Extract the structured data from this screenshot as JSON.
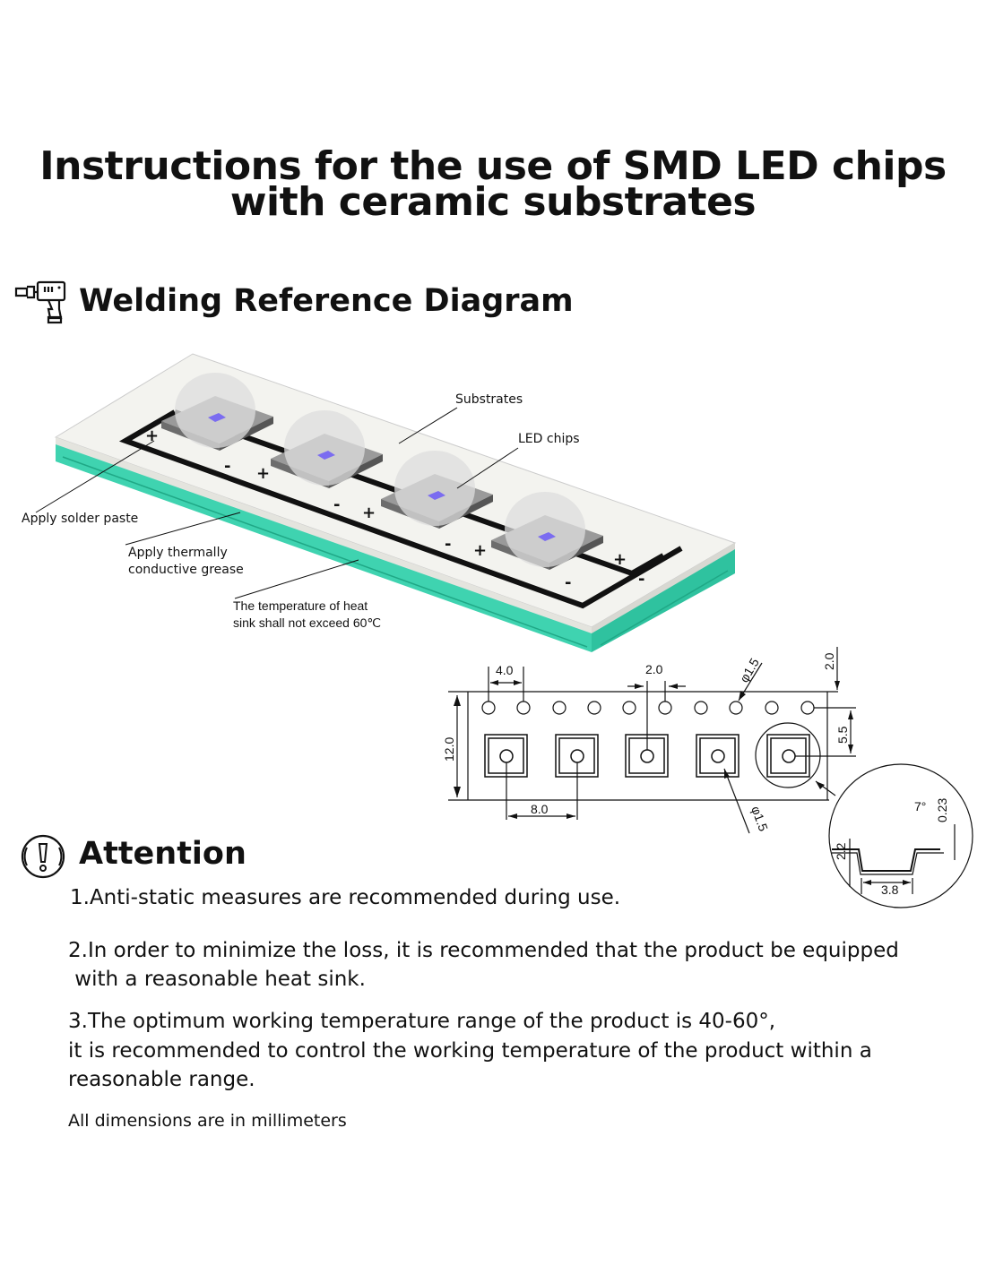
{
  "title_line1": "Instructions for the use of SMD LED chips",
  "title_line2": "with ceramic substrates",
  "welding": {
    "heading": "Welding Reference Diagram",
    "icon": "drill-icon",
    "labels": {
      "substrates": "Substrates",
      "led_chips": "LED chips",
      "solder": "Apply solder paste",
      "grease_1": "Apply thermally",
      "grease_2": "conductive grease",
      "temp_1": "The temperature of heat",
      "temp_2": "sink shall not exceed 60℃"
    },
    "polarity": {
      "plus": "+",
      "minus": "-"
    }
  },
  "tape": {
    "pitch_holes": "4.0",
    "offset": "2.0",
    "hole_dia_top": "φ1.5",
    "top_margin": "2.0",
    "width": "12.0",
    "row_offset": "5.5",
    "pocket_pitch": "8.0",
    "hole_dia_pocket": "φ1.5",
    "depth": "2.2",
    "pocket_width": "3.8",
    "angle": "7°",
    "thickness": "0.23"
  },
  "attention": {
    "heading": "Attention",
    "icon": "exclamation-circle-icon",
    "items": [
      {
        "line1": "1.Anti-static measures are recommended during use."
      },
      {
        "line1": "2.In order to minimize the loss, it is recommended that the product be equipped",
        "line2": " with a reasonable heat sink."
      },
      {
        "line1": "3.The optimum working temperature range of the product is 40-60°,",
        "line2": "it is recommended to control the working temperature of the product within a",
        "line3": "reasonable range."
      }
    ],
    "note": "All dimensions are in millimeters"
  },
  "colors": {
    "teal": "#3fd3b0",
    "board": "#f2f2ee",
    "chip": "#7b6cf0"
  }
}
